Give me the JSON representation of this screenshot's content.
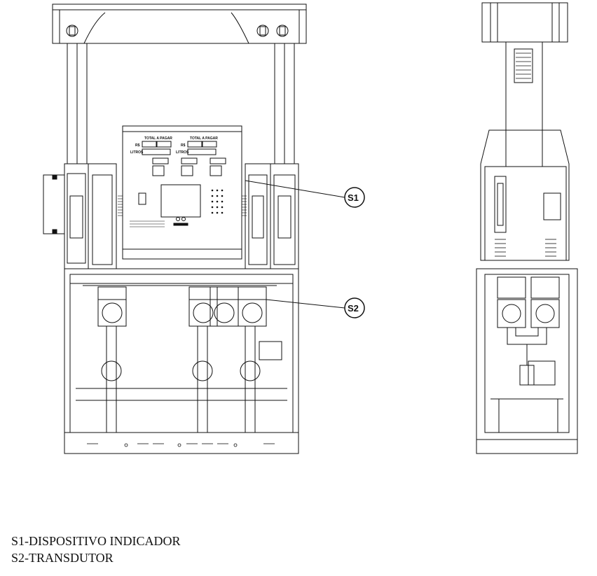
{
  "callouts": {
    "s1": "S1",
    "s2": "S2"
  },
  "panel": {
    "total_a_pagar_1": "TOTAL A PAGAR",
    "total_a_pagar_2": "TOTAL A PAGAR",
    "rs_1": "R$",
    "rs_2": "R$",
    "litros_1": "LITROS",
    "litros_2": "LITROS"
  },
  "legend": {
    "s1": "S1-DISPOSITIVO INDICADOR",
    "s2": "S2-TRANSDUTOR"
  },
  "colors": {
    "ink": "#111111",
    "background": "#ffffff"
  }
}
